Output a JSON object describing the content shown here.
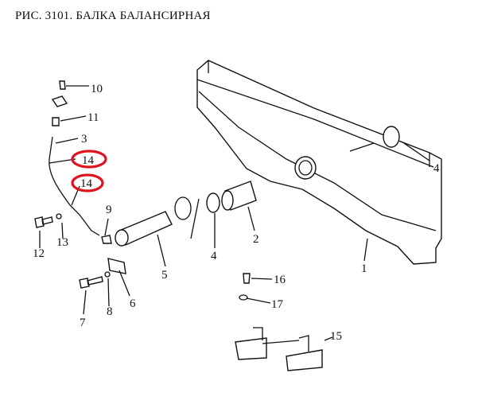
{
  "title": "РИС. 3101. БАЛКА БАЛАНСИРНАЯ",
  "highlight_color": "#e0141c",
  "callouts": [
    {
      "id": "c10",
      "label": "10"
    },
    {
      "id": "c11",
      "label": "11"
    },
    {
      "id": "c3",
      "label": "3"
    },
    {
      "id": "c14a",
      "label": "14",
      "highlighted": true
    },
    {
      "id": "c14b",
      "label": "14",
      "highlighted": true
    },
    {
      "id": "c9",
      "label": "9"
    },
    {
      "id": "c12",
      "label": "12"
    },
    {
      "id": "c13",
      "label": "13"
    },
    {
      "id": "c5",
      "label": "5"
    },
    {
      "id": "c6",
      "label": "6"
    },
    {
      "id": "c7",
      "label": "7"
    },
    {
      "id": "c8",
      "label": "8"
    },
    {
      "id": "c4a",
      "label": "4"
    },
    {
      "id": "c4b",
      "label": "4"
    },
    {
      "id": "c2",
      "label": "2"
    },
    {
      "id": "c1",
      "label": "1"
    },
    {
      "id": "c16",
      "label": "16"
    },
    {
      "id": "c17",
      "label": "17"
    },
    {
      "id": "c15",
      "label": "15"
    }
  ]
}
